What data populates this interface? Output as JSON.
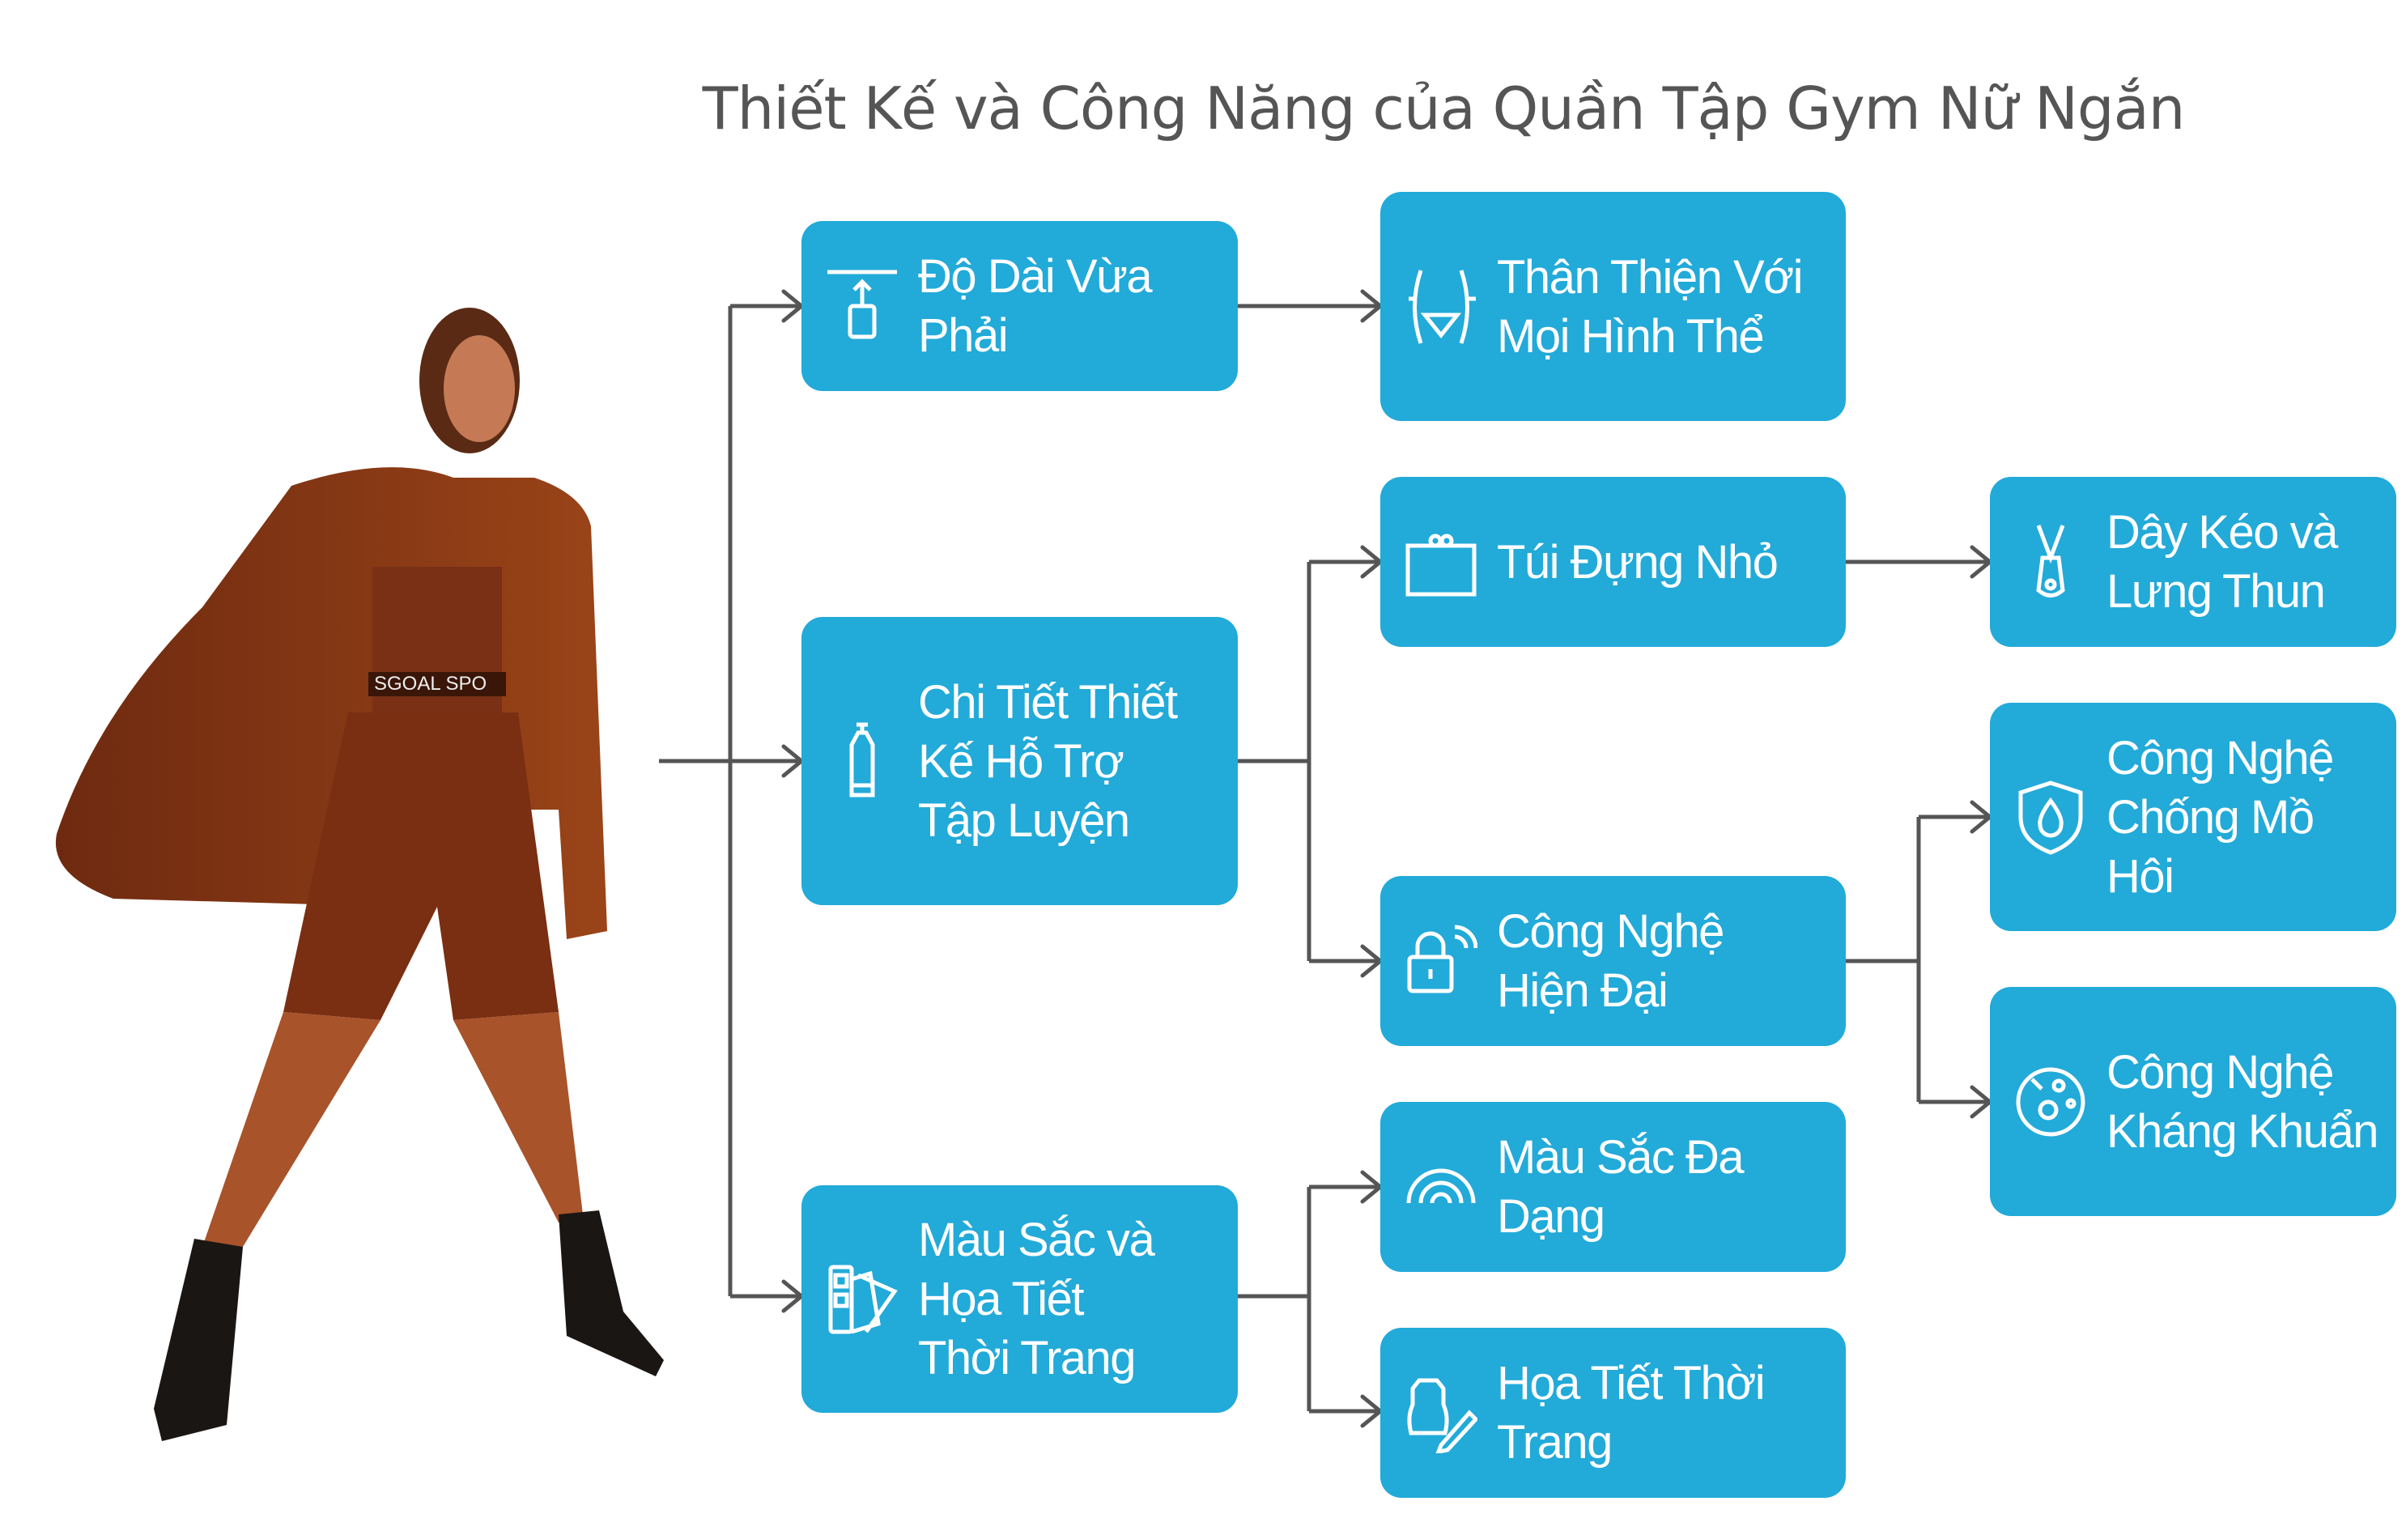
{
  "title": "Thiết Kế và Công Năng của Quần Tập Gym Nữ Ngắn",
  "image": {
    "logo_text": "SGOAL SPORT"
  },
  "nodes": {
    "length": {
      "label": "Độ Dài Vừa Phải",
      "icon": "length-icon"
    },
    "body": {
      "label": "Thân Thiện Với Mọi Hình Thể",
      "icon": "body-shape-icon"
    },
    "details": {
      "label": "Chi Tiết Thiết Kế Hỗ Trợ Tập Luyện",
      "icon": "bottle-icon"
    },
    "pocket": {
      "label": "Túi Đựng Nhỏ",
      "icon": "bag-icon"
    },
    "zipper": {
      "label": "Dây Kéo và Lưng Thun",
      "icon": "zipper-icon"
    },
    "sweat": {
      "label": "Công Nghệ Chống Mồ Hôi",
      "icon": "shield-drop-icon"
    },
    "tech": {
      "label": "Công Nghệ Hiện Đại",
      "icon": "smart-lock-icon"
    },
    "antibac": {
      "label": "Công Nghệ Kháng Khuẩn",
      "icon": "bacteria-icon"
    },
    "colors": {
      "label": "Màu Sắc Đa Dạng",
      "icon": "rainbow-icon"
    },
    "fashion": {
      "label": "Màu Sắc và Họa Tiết Thời Trang",
      "icon": "swatch-icon"
    },
    "pattern": {
      "label": "Họa Tiết Thời Trang",
      "icon": "pattern-design-icon"
    }
  },
  "colors": {
    "box": "#22aad9",
    "line": "#555555",
    "title": "#555555"
  }
}
